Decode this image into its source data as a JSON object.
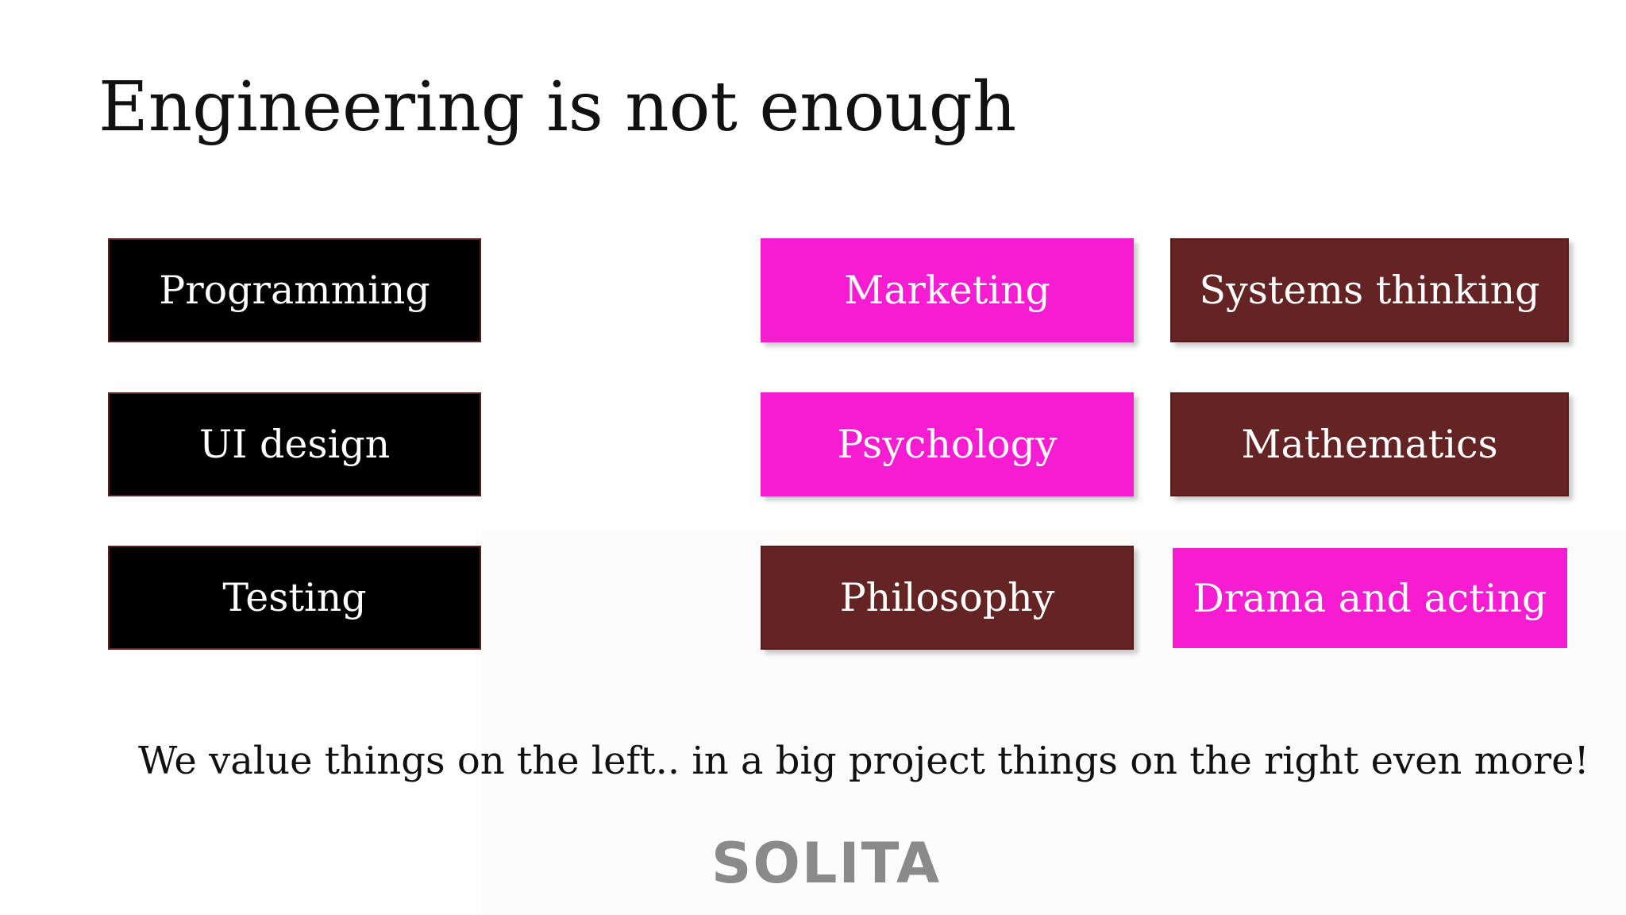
{
  "slide": {
    "title": "Engineering is not enough",
    "left_column": [
      "Programming",
      "UI design",
      "Testing"
    ],
    "right_column_a": [
      "Marketing",
      "Psychology",
      "Philosophy"
    ],
    "right_column_b": [
      "Systems thinking",
      "Mathematics",
      "Drama and acting"
    ],
    "tagline": "We value things on the left..  in a big project things on the right even more!",
    "logo": "SOLITA"
  },
  "colors": {
    "black_box": "#000000",
    "magenta_box": "#f51cd1",
    "brown_box": "#652424",
    "logo_gray": "#8a8a8a"
  }
}
